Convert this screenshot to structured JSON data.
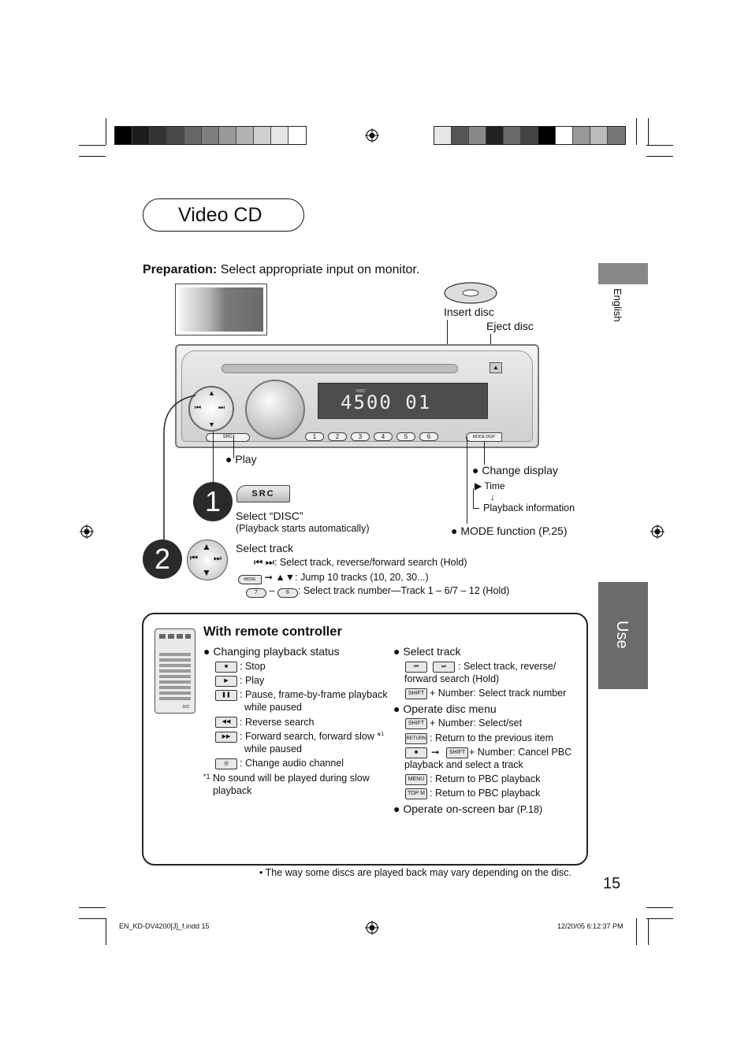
{
  "title": "Video CD",
  "tabs": {
    "language": "English",
    "section": "Use"
  },
  "preparation": {
    "label": "Preparation:",
    "text": " Select appropriate input on monitor."
  },
  "unit_labels": {
    "insert_disc": "Insert disc",
    "eject_disc": "Eject disc",
    "play": "Play",
    "change_display": "Change display",
    "time": "Time",
    "playback_info": "Playback information",
    "mode_function": "MODE function (P.25)",
    "display_digits": "4500 01",
    "display_disc": "DISC",
    "src_button": "SRC",
    "mode_button": "MODE",
    "disp_button": "DISP",
    "numbers": [
      "1",
      "2",
      "3",
      "4",
      "5",
      "6"
    ]
  },
  "step1": {
    "number": "1",
    "button": "SRC",
    "title": "Select “DISC”",
    "note": "(Playback starts automatically)"
  },
  "step2": {
    "number": "2",
    "title": "Select track",
    "line1": ": Select track, reverse/forward search (Hold)",
    "line2": ": Jump 10 tracks (10, 20, 30...)",
    "line3": ": Select track number—Track 1 – 6/7 – 12 (Hold)",
    "mode_key": "MODE",
    "key_7": "7",
    "key_6": "6"
  },
  "remote": {
    "heading": "With remote controller",
    "left": {
      "section": "Changing playback status",
      "stop": ": Stop",
      "play": ": Play",
      "pause": ": Pause, frame-by-frame playback",
      "pause2": "while paused",
      "reverse": ": Reverse search",
      "forward": ": Forward search, forward slow *",
      "forward_sup": "1",
      "forward2": "while paused",
      "audio": ": Change audio channel",
      "footnote_mark": "*1",
      "footnote": "No sound will be played during slow",
      "footnote2": "playback"
    },
    "right": {
      "select_track": "Select track",
      "select_track_desc": ": Select track, reverse/",
      "select_track_desc2": "forward search (Hold)",
      "shift_number": "+ Number: Select track number",
      "operate_menu": "Operate disc menu",
      "shift_select": "+ Number: Select/set",
      "return_prev": ": Return to the previous item",
      "cancel_pbc": "+ Number: Cancel PBC",
      "cancel_pbc2": "playback and select a track",
      "menu_return": ": Return to PBC playback",
      "topm_return": ": Return to PBC playback",
      "onscreen": "Operate on-screen bar",
      "onscreen_ref": " (P.18)",
      "key_shift": "SHIFT",
      "key_return": "RETURN",
      "key_menu": "MENU",
      "key_topm": "TOP M"
    },
    "brand": "JVC"
  },
  "footer_note": "• The way some discs are played back may vary depending on the disc.",
  "page_number": "15",
  "slug_left": "EN_KD-DV4200[J]_f.indd   15",
  "slug_right": "12/20/05   6:12:37 PM"
}
